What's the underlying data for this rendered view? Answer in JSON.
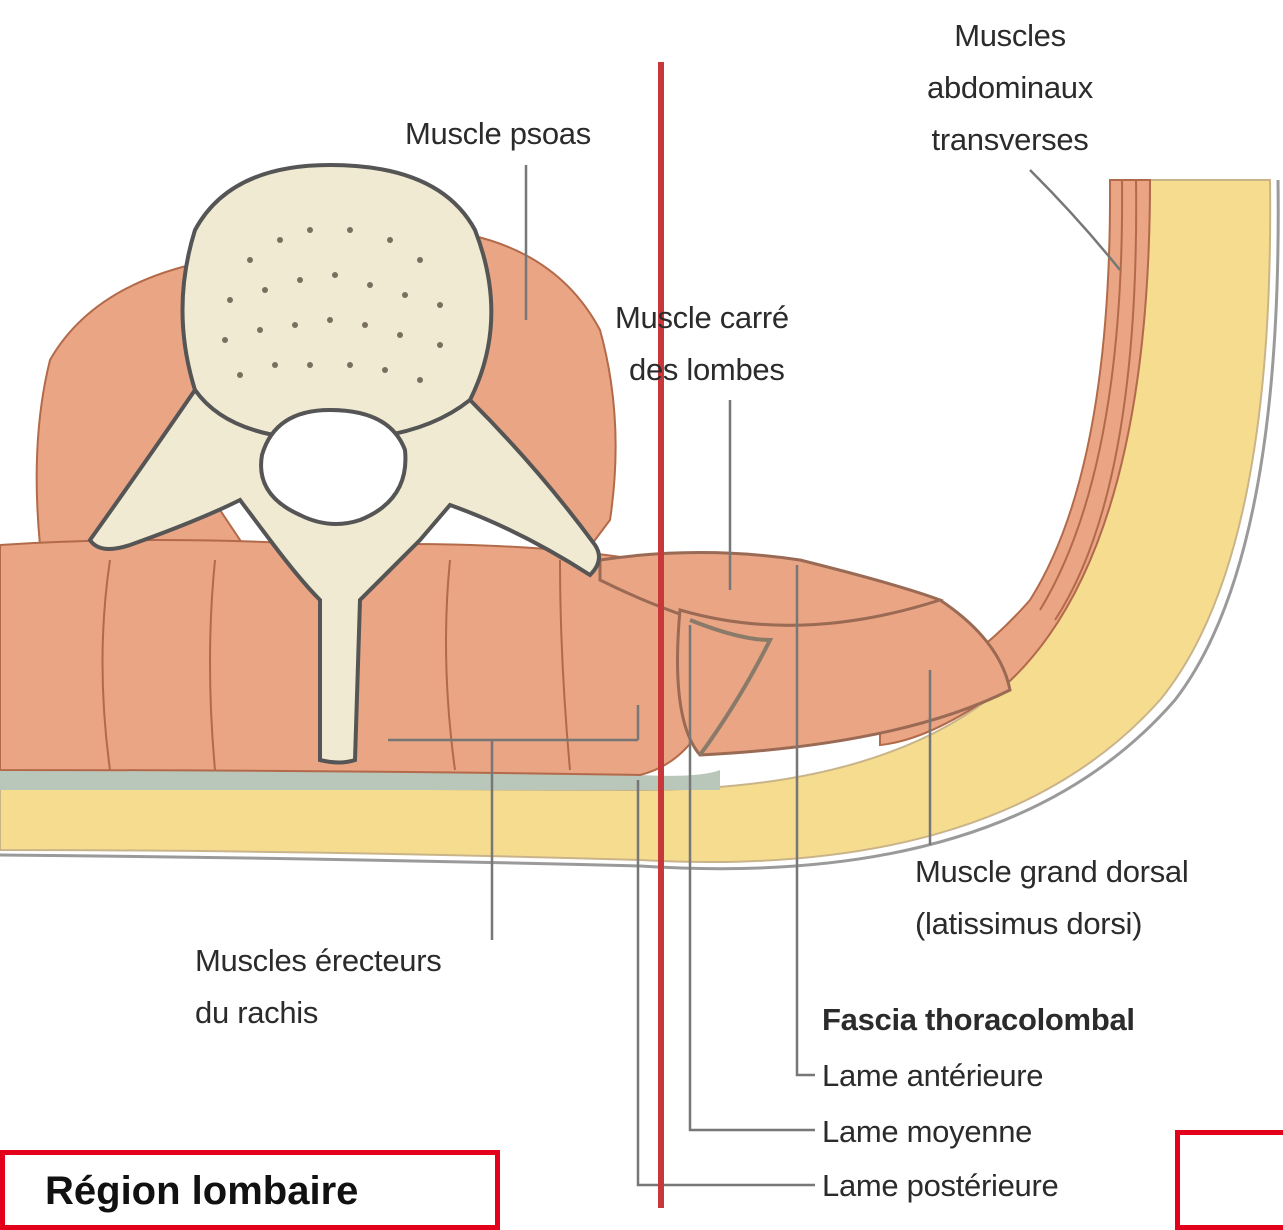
{
  "labels": {
    "muscles_abdominaux_transverses": [
      "Muscles",
      "abdominaux",
      "transverses"
    ],
    "muscle_psoas": "Muscle psoas",
    "muscle_carre_des_lombes": [
      "Muscle carré",
      "des lombes"
    ],
    "muscle_grand_dorsal": [
      "Muscle grand dorsal",
      "(latissimus dorsi)"
    ],
    "muscles_erecteurs_du_rachis": [
      "Muscles érecteurs",
      "du rachis"
    ],
    "fascia_title": "Fascia thoracolombal",
    "lame_anterieure": "Lame antérieure",
    "lame_moyenne": "Lame moyenne",
    "lame_posterieure": "Lame postérieure"
  },
  "callouts": {
    "bottom_left_text": "Région lombaire"
  },
  "colors": {
    "divider_line": "#c8383a",
    "callout_border": "#e3001b",
    "muscle_fill": "#e9a584",
    "bone_fill": "#f0ead2",
    "skin_fill": "#f6dc8f",
    "fascia_fill": "#b9c7bb"
  }
}
